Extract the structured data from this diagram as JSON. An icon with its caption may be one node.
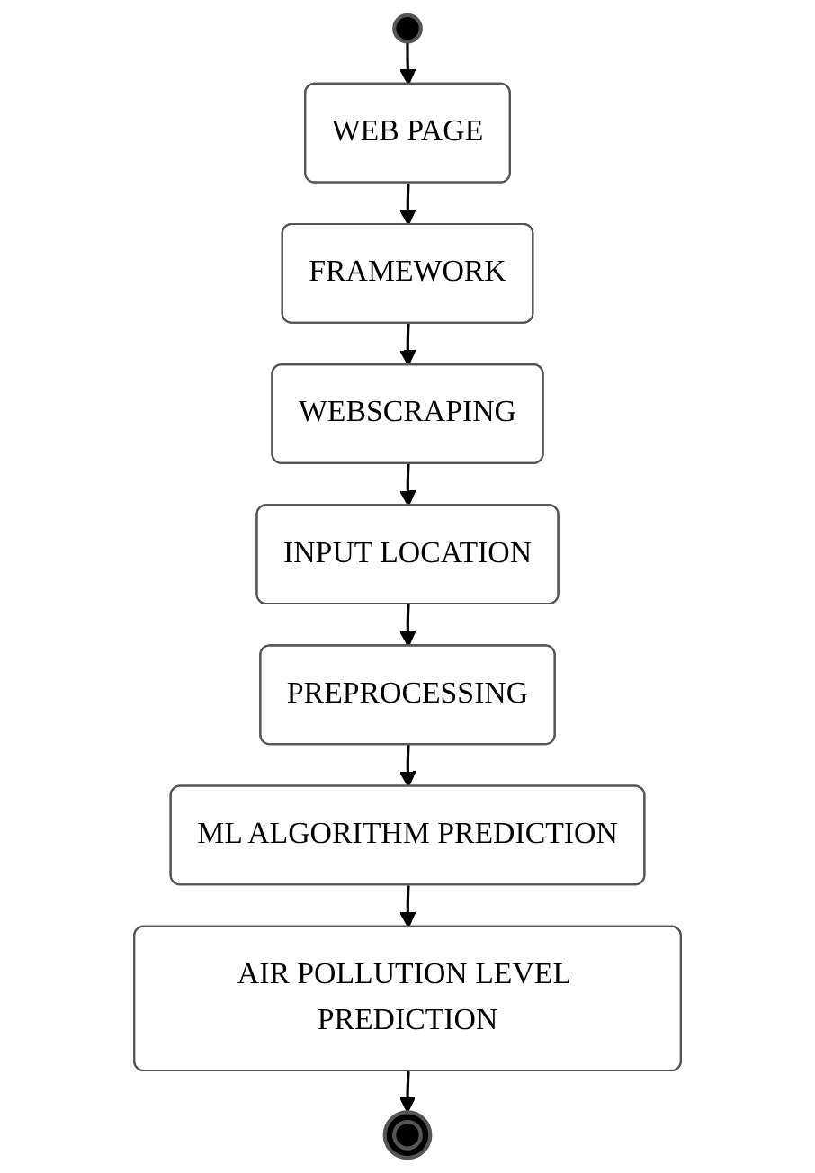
{
  "diagram": {
    "nodes": [
      {
        "text": [],
        "shape": "circle"
      },
      {
        "text": [
          "WEB PAGE"
        ]
      },
      {
        "text": [
          "FRAMEWORK"
        ]
      },
      {
        "text": [
          "WEBSCRAPING"
        ]
      },
      {
        "text": [
          "INPUT LOCATION"
        ]
      },
      {
        "text": [
          "PREPROCESSING"
        ]
      },
      {
        "text": [
          "ML ALGORITHM PREDICTION"
        ]
      },
      {
        "text": [
          "AIR POLLUTION LEVEL PREDICTION"
        ]
      },
      {
        "text": [],
        "shape": "circle"
      }
    ],
    "edges": [
      {
        "from": 0,
        "to": 1,
        "arrow": "to"
      },
      {
        "from": 1,
        "to": 2,
        "arrow": "to"
      },
      {
        "from": 2,
        "to": 3,
        "arrow": "to"
      },
      {
        "from": 3,
        "to": 4,
        "arrow": "to"
      },
      {
        "from": 4,
        "to": 5,
        "arrow": "to"
      },
      {
        "from": 5,
        "to": 6,
        "arrow": "to"
      },
      {
        "from": 6,
        "to": 7,
        "arrow": "to"
      },
      {
        "from": 7,
        "to": 8,
        "arrow": "to"
      }
    ]
  }
}
